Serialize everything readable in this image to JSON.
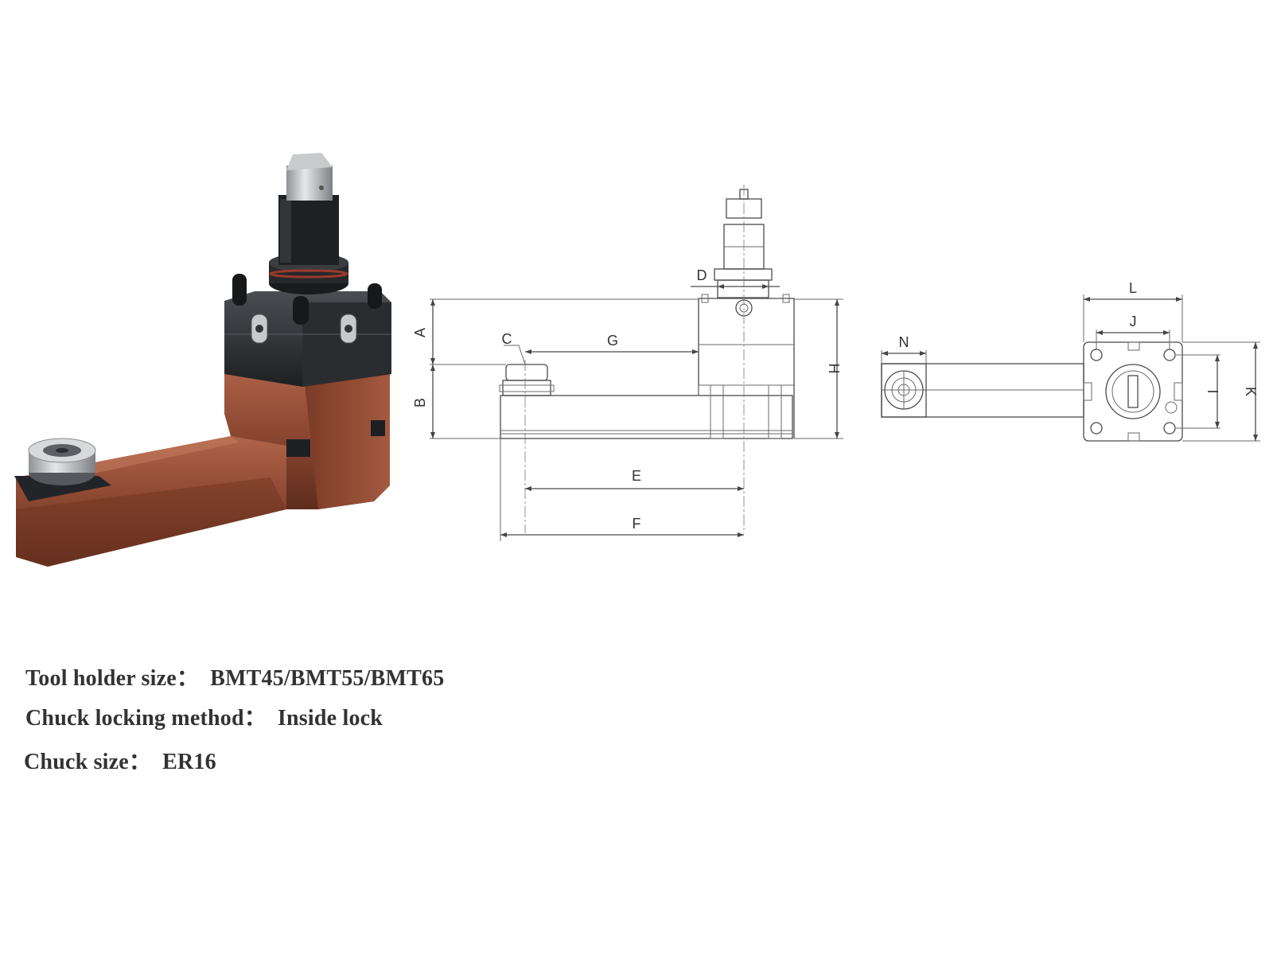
{
  "product_photo": {
    "description_icon": "angled-tool-holder"
  },
  "side_view": {
    "labels": [
      "A",
      "B",
      "C",
      "D",
      "E",
      "F",
      "G",
      "H"
    ]
  },
  "end_view": {
    "labels": [
      "N",
      "L",
      "J",
      "I",
      "K"
    ]
  },
  "specs": [
    {
      "label": "Tool holder size：",
      "value": "BMT45/BMT55/BMT65"
    },
    {
      "label": "Chuck locking method：",
      "value": "Inside lock"
    },
    {
      "label": "Chuck size：",
      "value": "ER16"
    }
  ],
  "colors": {
    "body_copper": "#8a4630",
    "body_dark": "#2a2c30",
    "line": "#4a4a4a"
  }
}
